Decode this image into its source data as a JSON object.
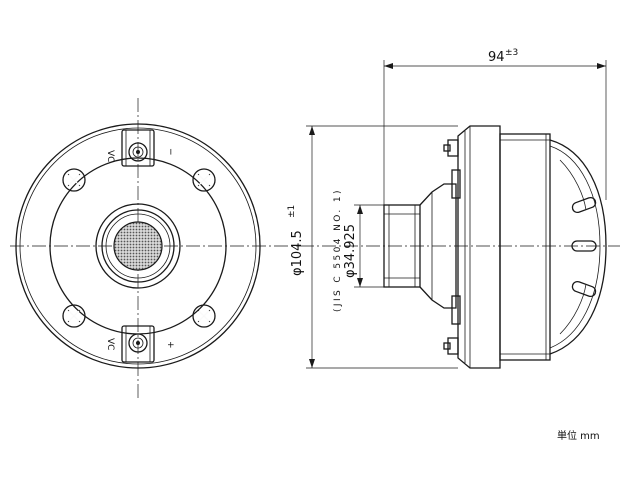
{
  "dimensions": {
    "depth": "94",
    "depth_tolerance": "±3",
    "diameter": "φ104.5",
    "diameter_tolerance": "±1",
    "thread": "φ34.925",
    "standard": "(JIS C 5504 NO. 1)"
  },
  "terminal_labels": {
    "top_vc": "VC",
    "top_sign": "−",
    "bottom_vc": "VC",
    "bottom_sign": "+"
  },
  "unit_note": "単位 mm"
}
